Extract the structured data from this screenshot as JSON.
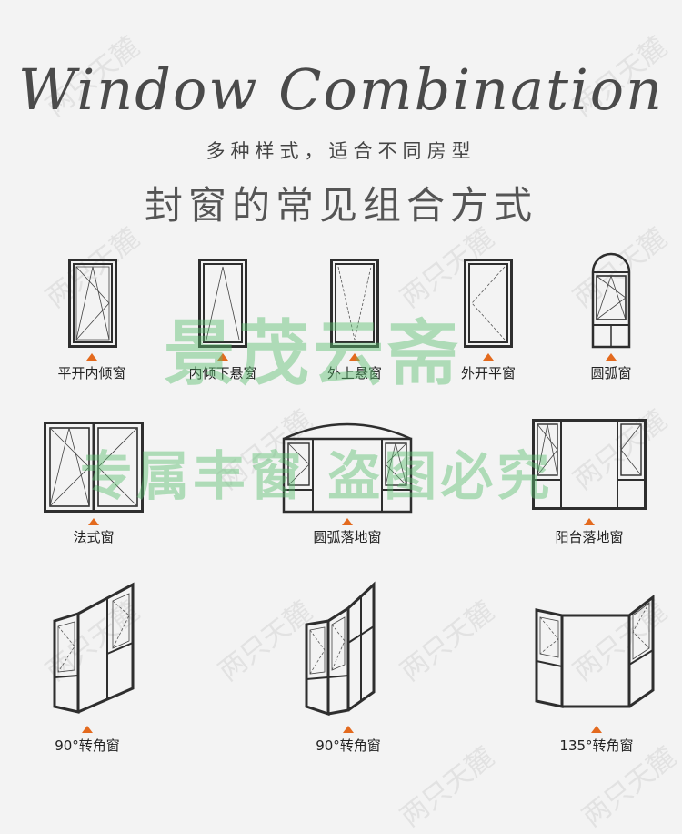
{
  "header": {
    "script_title": "Window Combination",
    "subtitle": "多种样式，适合不同房型",
    "heading": "封窗的常见组合方式"
  },
  "row1": [
    "平开内倾窗",
    "内倾下悬窗",
    "外上悬窗",
    "外开平窗",
    "圆弧窗"
  ],
  "row2": [
    "法式窗",
    "圆弧落地窗",
    "阳台落地窗"
  ],
  "row3": [
    "90°转角窗",
    "90°转角窗",
    "135°转角窗"
  ],
  "overlay": {
    "brand_text": "景茂云斋",
    "line2": "专属丰窗 盗图必究"
  },
  "watermark_text": "两只天麓",
  "colors": {
    "accent": "#e36a1e",
    "frame": "#2e2e2e",
    "overlay_green": "#5abe6e"
  }
}
